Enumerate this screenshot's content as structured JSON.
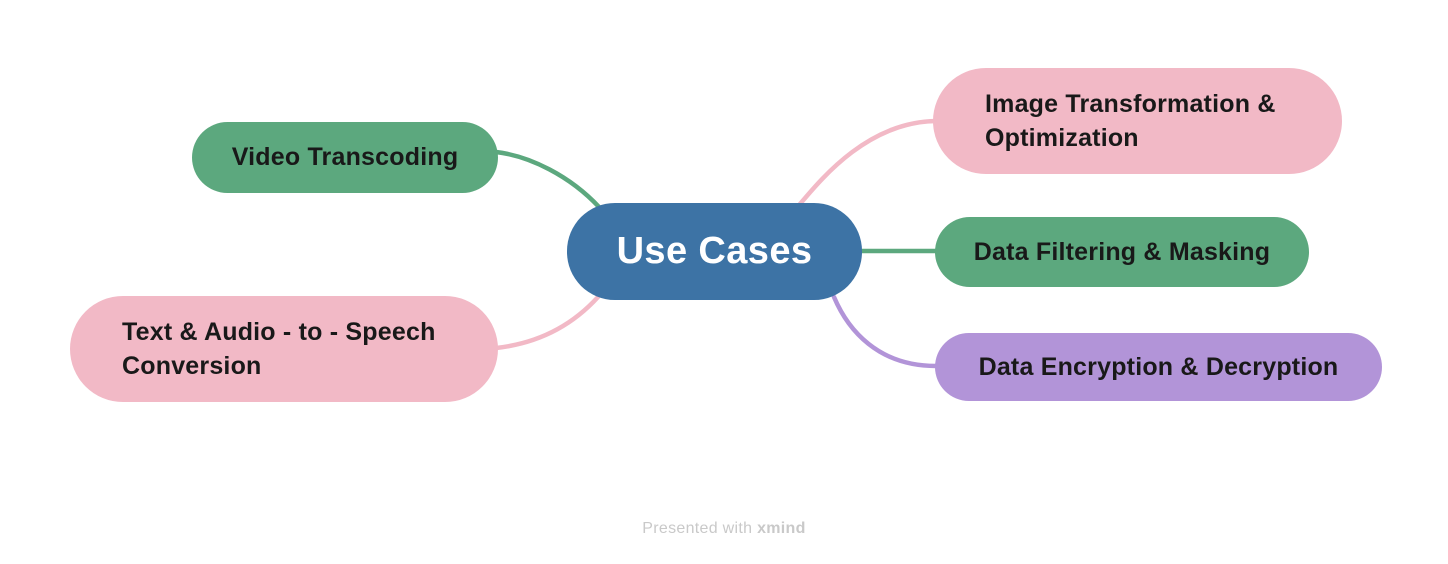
{
  "title": "Use Cases mind map",
  "colors": {
    "background": "#FFFFFF",
    "root_blue": "#3D73A5",
    "green": "#5CA87E",
    "pink": "#F2B9C6",
    "purple": "#B294D8",
    "node_text": "#191919",
    "root_text": "#FFFFFF",
    "watermark_gray": "#C9C9C9"
  },
  "nodes": {
    "root": {
      "label": "Use Cases",
      "color": "#3D73A5"
    },
    "video_transcoding": {
      "label": "Video Transcoding",
      "color": "#5CA87E"
    },
    "text_audio": {
      "label": "Text & Audio - to - Speech Conversion",
      "color": "#F2B9C6"
    },
    "image_transformation": {
      "label": "Image Transformation & Optimization",
      "color": "#F2B9C6"
    },
    "data_filtering": {
      "label": "Data Filtering & Masking",
      "color": "#5CA87E"
    },
    "data_encryption": {
      "label": "Data Encryption & Decryption",
      "color": "#B294D8"
    }
  },
  "structure": {
    "root": "Use Cases",
    "left_branches": [
      "Video Transcoding",
      "Text & Audio - to - Speech Conversion"
    ],
    "right_branches": [
      "Image Transformation & Optimization",
      "Data Filtering & Masking",
      "Data Encryption & Decryption"
    ]
  },
  "footer": {
    "text": "Presented with",
    "brand": "xmind"
  }
}
